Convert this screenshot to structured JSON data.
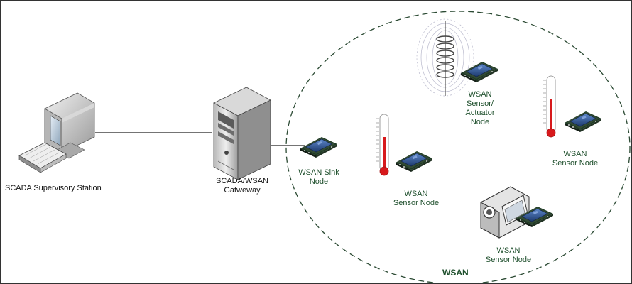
{
  "diagram": {
    "boundary_label": "WSAN",
    "nodes": {
      "scada_station": {
        "label": "SCADA Supervisory Station",
        "icon": "desktop-computer-icon"
      },
      "gateway": {
        "label_line1": "SCADA/WSAN",
        "label_line2": "Gatweway",
        "icon": "server-tower-icon"
      },
      "sink": {
        "label_line1": "WSAN Sink",
        "label_line2": "Node",
        "icon": "sensor-board-icon"
      },
      "sensor_left": {
        "label_line1": "WSAN",
        "label_line2": "Sensor Node",
        "icon": "thermometer-icon"
      },
      "actuator": {
        "label_line1": "WSAN",
        "label_line2": "Sensor/",
        "label_line3": "Actuator",
        "label_line4": "Node",
        "icon": "electromagnet-coil-icon"
      },
      "sensor_right": {
        "label_line1": "WSAN",
        "label_line2": "Sensor Node",
        "icon": "thermometer-icon"
      },
      "sensor_camera": {
        "label_line1": "WSAN",
        "label_line2": "Sensor Node",
        "icon": "video-camera-icon"
      }
    },
    "colors": {
      "label_green": "#1e4f2c",
      "board_blue": "#2d4f8e",
      "thermometer_red": "#d7191c",
      "dashed_boundary": "#2b4a33"
    }
  }
}
